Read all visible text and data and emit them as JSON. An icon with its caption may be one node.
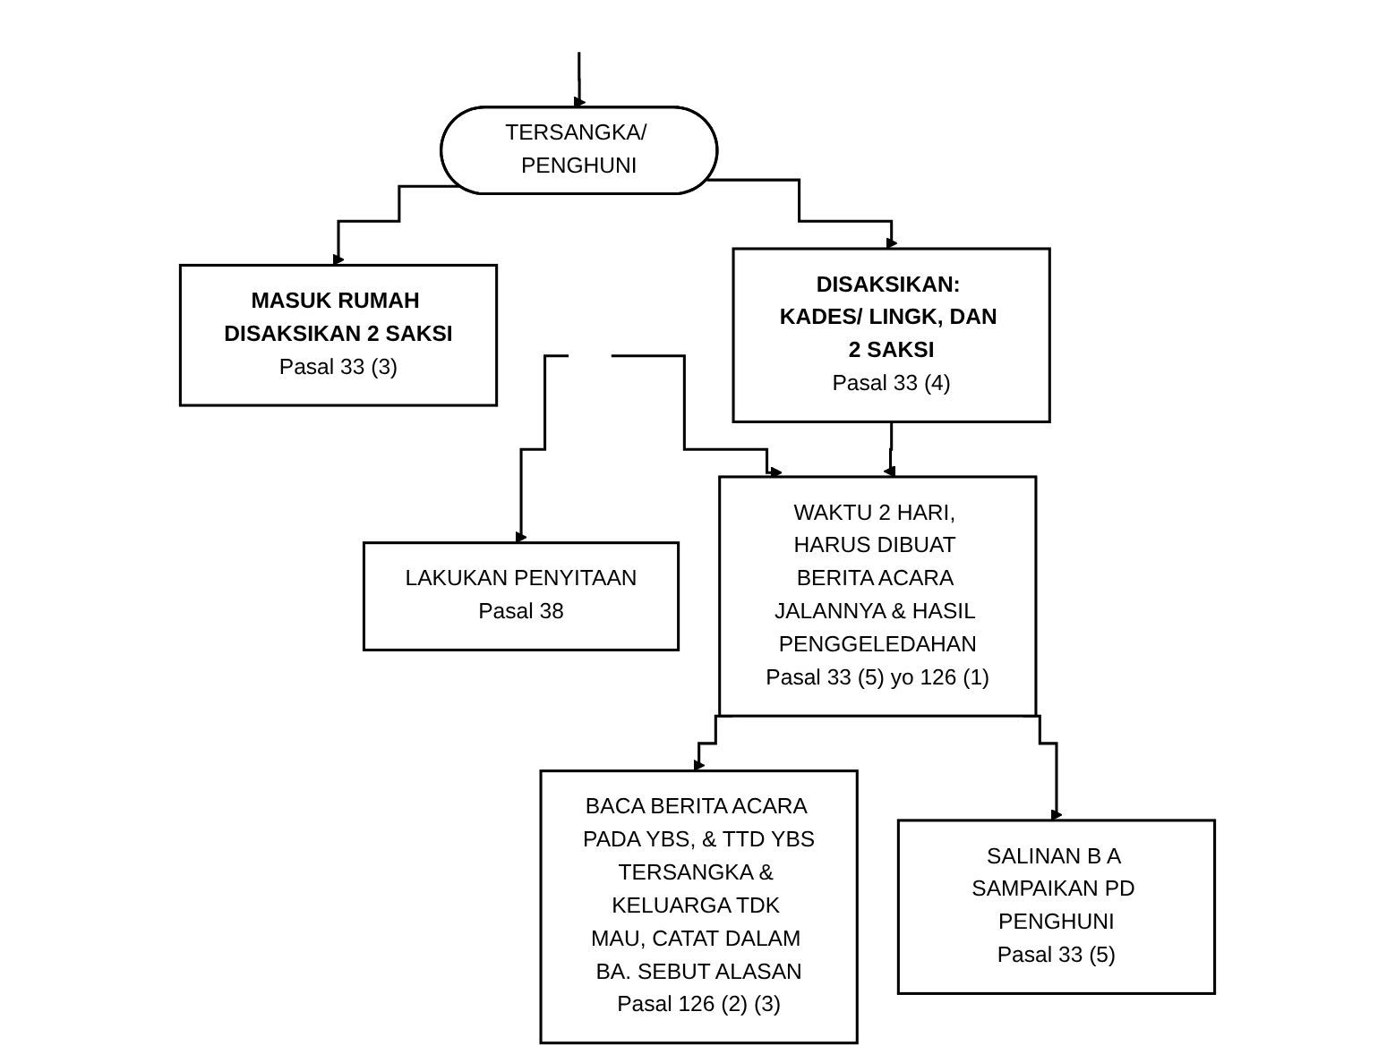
{
  "diagram": {
    "nodes": [
      {
        "text": [
          "TERSANGKA/ PENGHUNI"
        ]
      },
      {
        "text": [
          "MASUK RUMAH DISAKSIKAN 2 SAKSI",
          "Pasal 33 (3)"
        ]
      },
      {
        "text": [
          "DISAKSIKAN: KADES/ LINGK, DAN 2 SAKSI",
          "Pasal 33 (4)"
        ]
      },
      {
        "text": [
          "LAKUKAN PENYITAAN",
          "Pasal 38"
        ]
      },
      {
        "text": [
          "WAKTU 2 HARI, HARUS DIBUAT BERITA ACARA JALANNYA & HASIL PENGGELEDAHAN",
          "Pasal 33 (5) yo 126 (1)"
        ]
      },
      {
        "text": [
          "BACA BERITA ACARA PADA YBS, & TTD YBS",
          "TERSANGKA & KELUARGA TDK MAU, CATAT DALAM BA. SEBUT ALASAN",
          "Pasal 126 (2) (3)"
        ]
      },
      {
        "text": [
          "SALINAN B A SAMPAIKAN PD PENGHUNI",
          "Pasal 33 (5)"
        ]
      }
    ],
    "edges": [
      {
        "from": null,
        "to": 0,
        "arrow": "to"
      },
      {
        "from": 0,
        "to": 1,
        "arrow": "to"
      },
      {
        "from": 0,
        "to": 2,
        "arrow": "to"
      },
      {
        "from": 2,
        "to": 4,
        "arrow": "to"
      },
      {
        "from": null,
        "to": 3,
        "arrow": "to"
      },
      {
        "from": null,
        "to": 4,
        "arrow": "to"
      },
      {
        "from": 4,
        "to": 5,
        "arrow": "to"
      },
      {
        "from": 4,
        "to": 6,
        "arrow": "to"
      }
    ]
  }
}
